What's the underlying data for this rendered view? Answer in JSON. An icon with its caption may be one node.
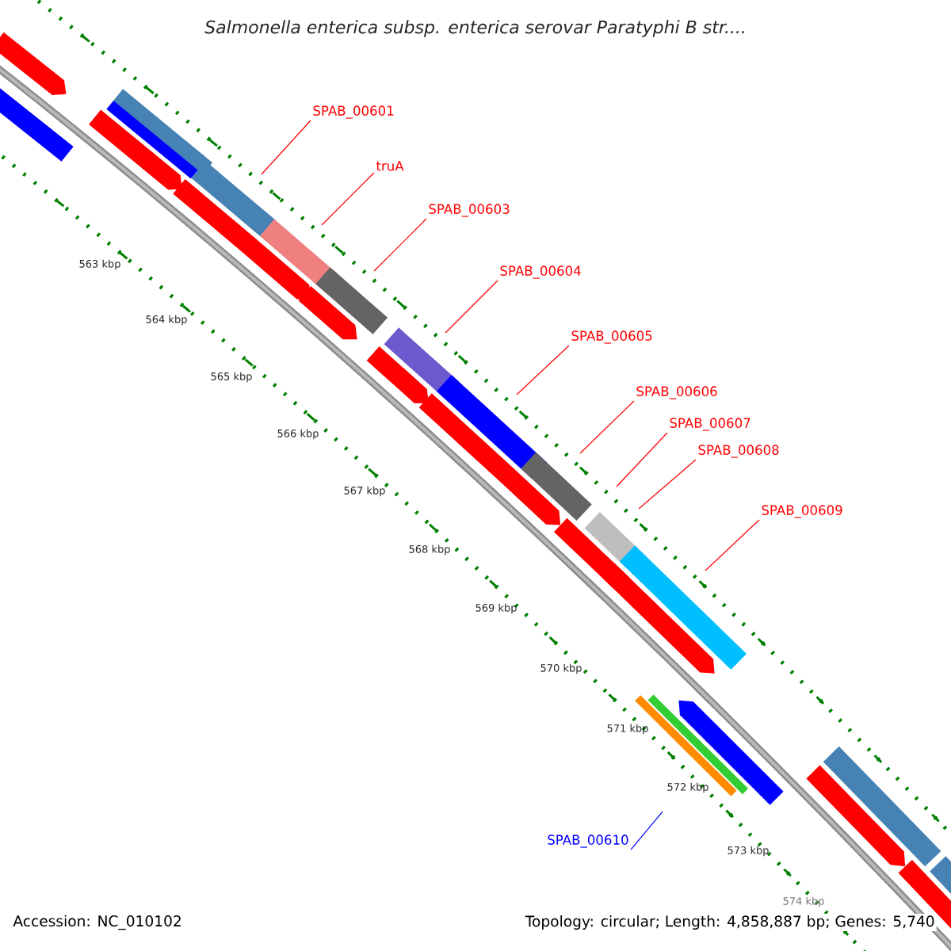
{
  "diagram": {
    "title": "Salmonella enterica subsp. enterica serovar Paratyphi B str....",
    "nodes": [
      {
        "text": [
          "SPAB_00601"
        ]
      },
      {
        "text": [
          "truA"
        ]
      },
      {
        "text": [
          "SPAB_00603"
        ]
      },
      {
        "text": [
          "SPAB_00604"
        ]
      },
      {
        "text": [
          "SPAB_00605"
        ]
      },
      {
        "text": [
          "SPAB_00606"
        ]
      },
      {
        "text": [
          "SPAB_00607"
        ]
      },
      {
        "text": [
          "SPAB_00608"
        ]
      },
      {
        "text": [
          "SPAB_00609"
        ]
      },
      {
        "text": [
          "SPAB_00610"
        ]
      }
    ],
    "edges": [
      {
        "from": 0,
        "to": null,
        "arrow": "none"
      },
      {
        "from": 1,
        "to": null,
        "arrow": "none"
      },
      {
        "from": 2,
        "to": null,
        "arrow": "none"
      },
      {
        "from": 3,
        "to": null,
        "arrow": "none"
      },
      {
        "from": 4,
        "to": null,
        "arrow": "none"
      },
      {
        "from": 5,
        "to": null,
        "arrow": "none"
      },
      {
        "from": 6,
        "to": null,
        "arrow": "none"
      },
      {
        "from": 7,
        "to": null,
        "arrow": "none"
      },
      {
        "from": 8,
        "to": null,
        "arrow": "none"
      },
      {
        "from": 9,
        "to": null,
        "arrow": "none",
        "color": "#0000ff"
      }
    ],
    "labels": [
      "563 kbp",
      "564 kbp",
      "565 kbp",
      "566 kbp",
      "567 kbp",
      "568 kbp",
      "569 kbp",
      "570 kbp",
      "571 kbp",
      "572 kbp",
      "573 kbp",
      "574 kbp",
      "Accession: NC_010102",
      "Topology: circular; Length: 4,858,887 bp; Genes: 5,740"
    ]
  }
}
